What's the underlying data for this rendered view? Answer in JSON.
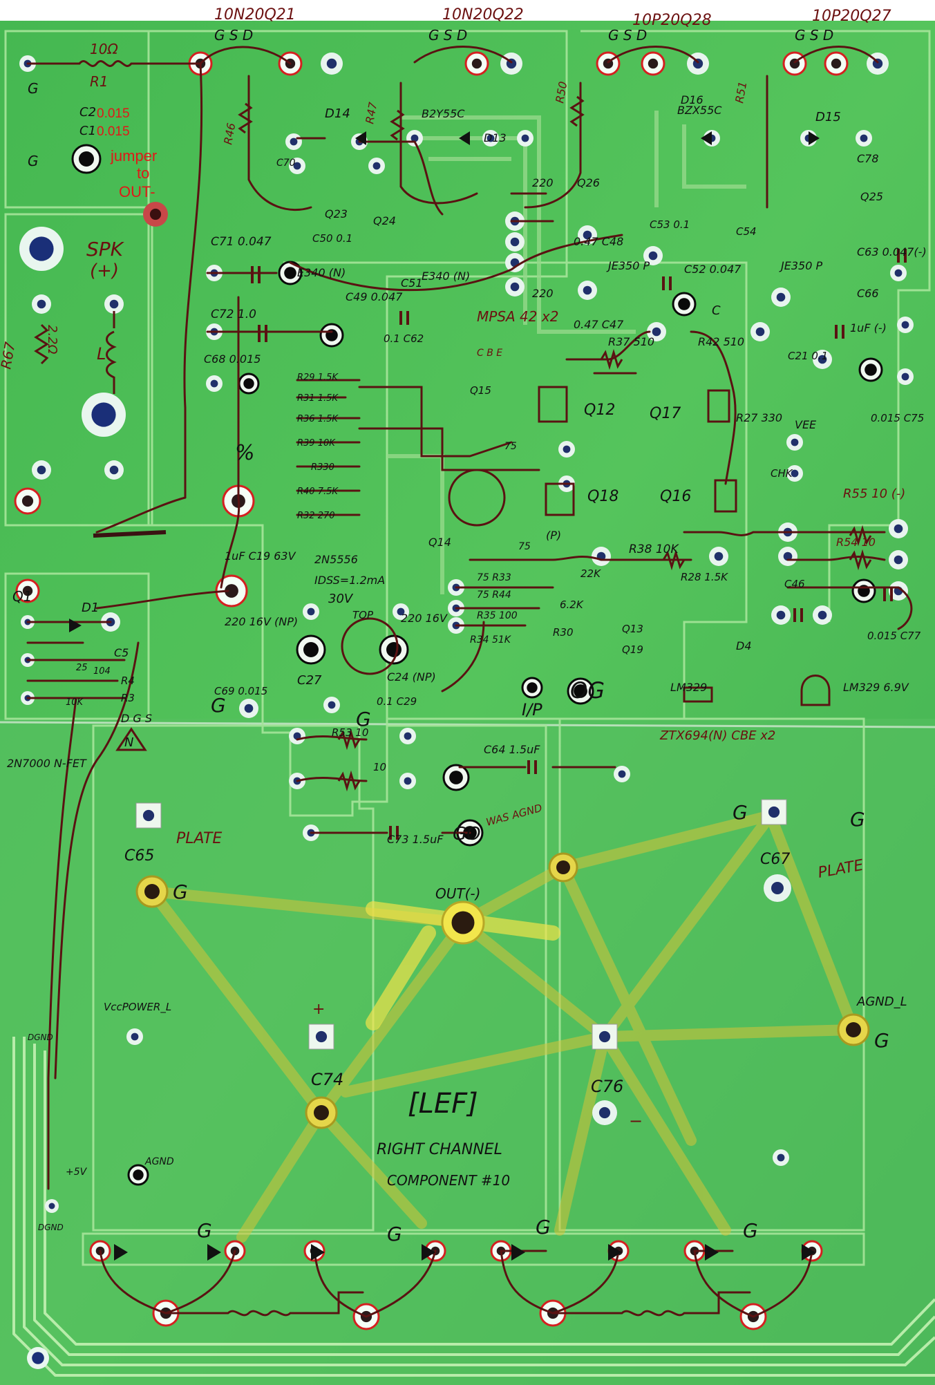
{
  "colors": {
    "board": "#4fbf5a",
    "board_dark": "#2f9a45",
    "board_light": "#7fd46f",
    "trace": "#8fdc7a",
    "ink": "#6b1010",
    "ink_black": "#111111",
    "red_note": "#e01818",
    "highlight": "#d8c838",
    "pad_ring": "#e8f4ee",
    "hole": "#1f2f7a"
  },
  "top_labels": [
    {
      "key": "q21",
      "text": "10N20Q21"
    },
    {
      "key": "q22",
      "text": "10N20Q22"
    },
    {
      "key": "q28",
      "text": "10P20Q28"
    },
    {
      "key": "q27",
      "text": "10P20Q27"
    }
  ],
  "gsd": "G S D",
  "red_notes": {
    "c2_val": "0.015",
    "c1_val": "0.015",
    "jumper": "jumper",
    "to": "to",
    "out": "OUT-"
  },
  "labels": {
    "r1": "R1",
    "r1v": "10Ω",
    "c2": "C2",
    "c1": "C1",
    "g": "G",
    "spk": "SPK",
    "spk_plus": "(+)",
    "r67": "R67",
    "r67v": "2.2Ω",
    "l": "L",
    "r46": "R46",
    "r47": "R47",
    "r50": "R50",
    "r51": "R51",
    "d14": "D14",
    "d13": "D13",
    "d16": "D16",
    "d15": "D15",
    "b2y": "B2Y55C",
    "b2y2": "BZX55C",
    "c70": "C70",
    "c78": "C78",
    "q23": "Q23",
    "q24": "Q24",
    "q26": "Q26",
    "q25": "Q25",
    "e340n": "E340 (N)",
    "e340n2": "E340 (N)",
    "je350": "JE350 P",
    "je350b": "JE350 P",
    "c71": "C71 0.047",
    "c50": "C50 0.1",
    "c51": "C51",
    "c53": "C53 0.1",
    "c54": "C54",
    "c48": "0.47 C48",
    "c47": "0.47 C47",
    "r220a": "220",
    "r220b": "220",
    "c63": "C63 0.047(-)",
    "c66": "C66",
    "c52": "C52 0.047",
    "c_c": "C",
    "c72": "C72 1.0",
    "c68": "C68 0.015",
    "c49": "C49 0.047",
    "c62": "0.1 C62",
    "mpsa": "MPSA 42 x2",
    "cbe": "C B E",
    "luf": "1uF (-)",
    "c21": "C21 0.1",
    "c75": "0.015 C75",
    "r37": "R37 510",
    "r42": "R42 510",
    "q12": "Q12",
    "q17": "Q17",
    "q15": "Q15",
    "r27": "R27 330",
    "vee": "VEE",
    "chk": "CHK",
    "r55": "R55 10 (-)",
    "r54": "R54 10",
    "q16": "Q16",
    "q18": "Q18",
    "p": "(P)",
    "r75a": "75",
    "r75b": "75",
    "r38": "R38 10K",
    "r29": "R29 1.5K",
    "r31": "R31 1.5K",
    "r36": "R36 1.5K",
    "r39": "R39 10K",
    "r330": "R330",
    "r40": "R40 7.5K",
    "r32": "R32 270",
    "pct": "%",
    "c19": "1uF C19 63V",
    "n2n": "2N5556",
    "idss": "IDSS=1.2mA",
    "v30": "30V",
    "top": "TOP",
    "q14": "Q14",
    "r33": "75 R33",
    "r44": "75 R44",
    "r35": "R35 100",
    "r34": "R34 51K",
    "r22k": "22K",
    "r62k": "6.2K",
    "r30": "R30",
    "q13": "Q13",
    "q19": "Q19",
    "d4": "D4",
    "r28": "R28 1.5K",
    "c46": "C46",
    "c77": "0.015 C77",
    "lm329": "LM329",
    "lm329b": "LM329 6.9V",
    "c27": "C27",
    "c24": "C24 (NP)",
    "v16a": "220 16V (NP)",
    "v16b": "220 16V",
    "c69": "C69 0.015",
    "c29": "0.1 C29",
    "ip": "I/P",
    "og": "OG",
    "r53": "R53 10",
    "r10": "10",
    "c64": "C64 1.5uF",
    "go": "GO",
    "c73": "C73 1.5uF",
    "ztx": "ZTX694(N) CBE x2",
    "q1": "Q1",
    "d1": "D1",
    "c5": "C5",
    "r4": "R4",
    "r3": "R3",
    "r4v": "104",
    "r3v": "10K",
    "r25": "25",
    "n2n7": "2N7000 N-FET",
    "dgs": "D G S",
    "n": "N",
    "c65": "C65",
    "plate": "PLATE",
    "wasagnd": "WAS AGND",
    "outm": "OUT(-)",
    "c67": "C67",
    "plate2": "PLATE",
    "vcc": "VccPOWER_L",
    "agndl": "AGND_L",
    "c74": "C74",
    "c76": "C76",
    "lef": "[LEF]",
    "right": "RIGHT CHANNEL",
    "comp": "COMPONENT #10",
    "dgnd": "DGND",
    "dgnd2": "DGND",
    "agnd": "AGND",
    "p5v": "+5V",
    "plus": "+",
    "minus": "−"
  }
}
